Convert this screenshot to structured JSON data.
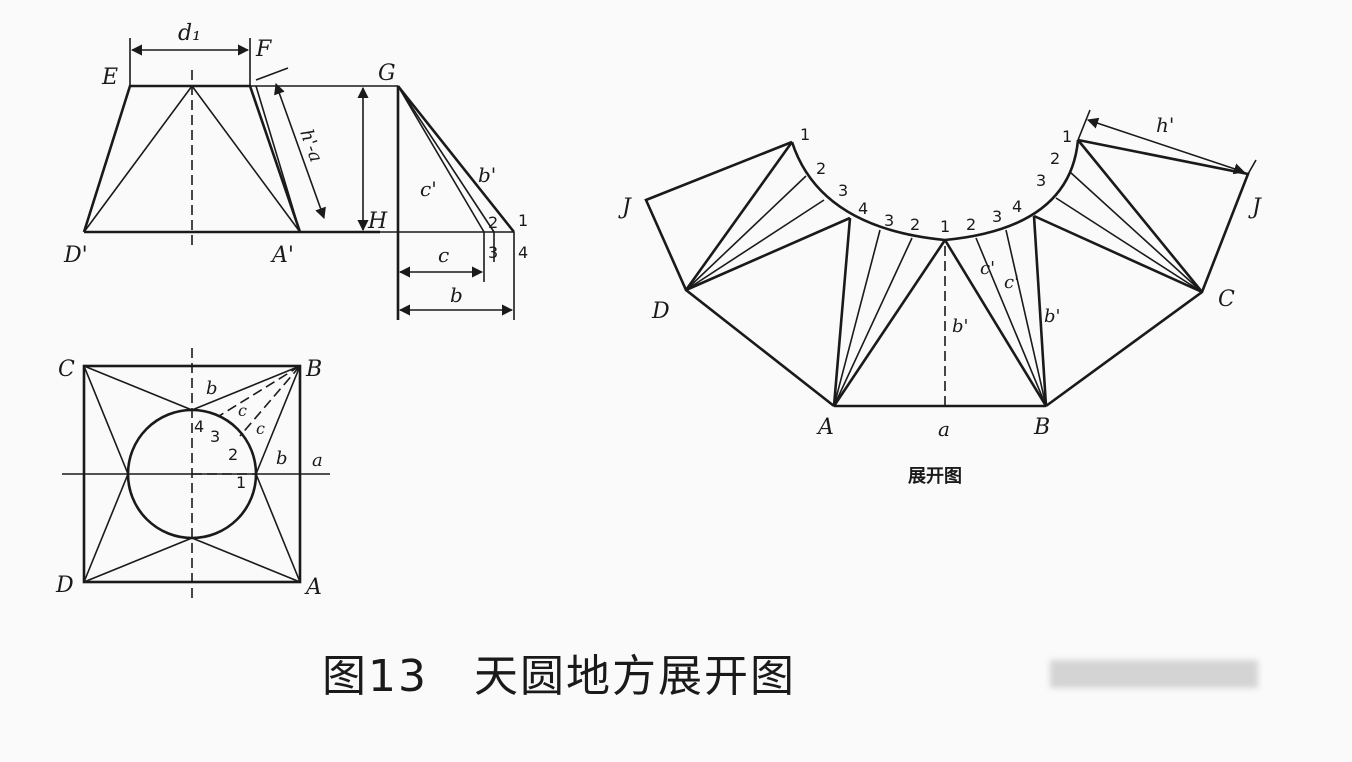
{
  "figure": {
    "caption": "图13　天圆地方展开图",
    "development_caption": "展开图"
  },
  "front_view": {
    "labels": {
      "E": "E",
      "F": "F",
      "D_prime": "D'",
      "A_prime": "A'",
      "d1": "d₁",
      "ha": "h'-a"
    }
  },
  "true_length": {
    "labels": {
      "G": "G",
      "H": "H",
      "c_prime": "c'",
      "b_prime": "b'",
      "c": "c",
      "b": "b",
      "n1": "1",
      "n2": "2",
      "n3": "3",
      "n4": "4"
    }
  },
  "plan_view": {
    "labels": {
      "C": "C",
      "B": "B",
      "D": "D",
      "A": "A",
      "b1": "b",
      "b2": "b",
      "a": "a",
      "c1": "c",
      "c2": "c",
      "n1": "1",
      "n2": "2",
      "n3": "3",
      "n4": "4"
    }
  },
  "development": {
    "labels": {
      "J_left": "J",
      "J_right": "J",
      "D": "D",
      "C": "C",
      "A": "A",
      "B": "B",
      "a": "a",
      "h_prime": "h'",
      "b_prime_mid": "b'",
      "b_prime_right": "b'",
      "c_prime_1": "c'",
      "c_prime_2": "c'"
    },
    "arc_numbers": [
      "1",
      "2",
      "3",
      "4",
      "3",
      "2",
      "1",
      "2",
      "3",
      "4",
      "3",
      "2",
      "1"
    ]
  }
}
